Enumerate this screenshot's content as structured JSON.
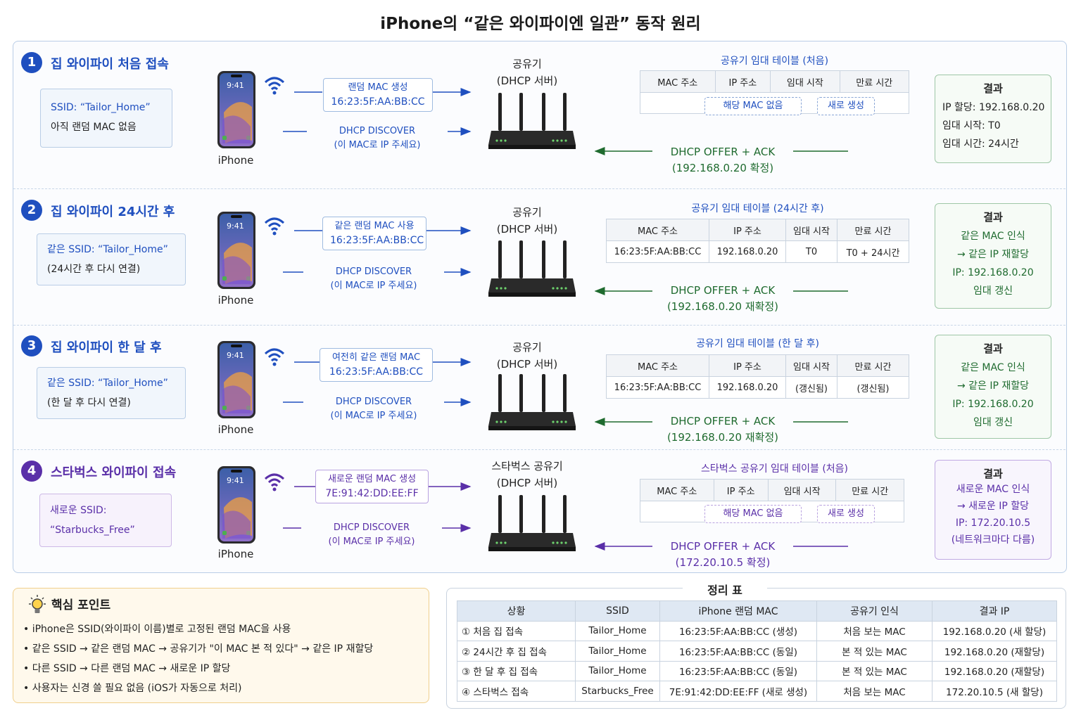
{
  "title": "iPhone의 “같은 와이파이엔 일관” 동작 원리",
  "colors": {
    "blue": "#1f4fbf",
    "green": "#1f6b2f",
    "purple": "#5a2fa8"
  },
  "common": {
    "phone_label": "iPhone",
    "router_line2": "(DHCP 서버)",
    "discover_line1": "DHCP DISCOVER",
    "discover_line2": "(이 MAC로 IP 주세요)",
    "offer_line1": "DHCP OFFER + ACK",
    "result_title": "결과",
    "table_headers": [
      "MAC 주소",
      "IP 주소",
      "임대 시작",
      "만료 시간"
    ],
    "tag_no_mac": "해당 MAC 없음",
    "tag_new": "새로 생성"
  },
  "steps": [
    {
      "number": "1",
      "title": "집 와이파이 처음 접속",
      "ssid_line1": "SSID: “Tailor_Home”",
      "ssid_line2": "아직 랜덤 MAC 없음",
      "mac_line1": "랜덤 MAC 생성",
      "mac_line2": "16:23:5F:AA:BB:CC",
      "router_line1": "공유기",
      "table_caption": "공유기 임대 테이블 (처음)",
      "offer_line2": "(192.168.0.20 확정)",
      "result_lines": [
        "IP 할당: 192.168.0.20",
        "임대 시작: T0",
        "임대 시간: 24시간"
      ]
    },
    {
      "number": "2",
      "title": "집 와이파이 24시간 후",
      "ssid_line1": "같은 SSID: “Tailor_Home”",
      "ssid_line2": "(24시간 후 다시 연결)",
      "mac_line1": "같은 랜덤 MAC 사용",
      "mac_line2": "16:23:5F:AA:BB:CC",
      "router_line1": "공유기",
      "table_caption": "공유기 임대 테이블 (24시간 후)",
      "table_row": [
        "16:23:5F:AA:BB:CC",
        "192.168.0.20",
        "T0",
        "T0 + 24시간"
      ],
      "offer_line2": "(192.168.0.20 재확정)",
      "result_lines": [
        "같은 MAC 인식",
        "→ 같은 IP 재할당",
        "IP: 192.168.0.20",
        "임대 갱신"
      ]
    },
    {
      "number": "3",
      "title": "집 와이파이 한 달 후",
      "ssid_line1": "같은 SSID: “Tailor_Home”",
      "ssid_line2": "(한 달 후 다시 연결)",
      "mac_line1": "여전히 같은 랜덤 MAC",
      "mac_line2": "16:23:5F:AA:BB:CC",
      "router_line1": "공유기",
      "table_caption": "공유기 임대 테이블 (한 달 후)",
      "table_row": [
        "16:23:5F:AA:BB:CC",
        "192.168.0.20",
        "(갱신됨)",
        "(갱신됨)"
      ],
      "offer_line2": "(192.168.0.20 재확정)",
      "result_lines": [
        "같은 MAC 인식",
        "→ 같은 IP 재할당",
        "IP: 192.168.0.20",
        "임대 갱신"
      ]
    },
    {
      "number": "4",
      "title": "스타벅스 와이파이 접속",
      "ssid_line1": "새로운 SSID:",
      "ssid_line2": "“Starbucks_Free”",
      "mac_line1": "새로운 랜덤 MAC 생성",
      "mac_line2": "7E:91:42:DD:EE:FF",
      "router_line1": "스타벅스 공유기",
      "table_caption": "스타벅스 공유기 임대 테이블 (처음)",
      "offer_line2": "(172.20.10.5 확정)",
      "result_lines": [
        "새로운 MAC 인식",
        "→ 새로운 IP 할당",
        "IP: 172.20.10.5",
        "(네트워크마다 다름)"
      ]
    }
  ],
  "key_points": {
    "title": "핵심 포인트",
    "items": [
      "iPhone은 SSID(와이파이 이름)별로 고정된 랜덤 MAC을 사용",
      "같은 SSID → 같은 랜덤 MAC → 공유기가 \"이 MAC 본 적 있다\" → 같은 IP 재할당",
      "다른 SSID → 다른 랜덤 MAC → 새로운 IP 할당",
      "사용자는 신경 쓸 필요 없음 (iOS가 자동으로 처리)"
    ]
  },
  "summary": {
    "title": "정리 표",
    "headers": [
      "상황",
      "SSID",
      "iPhone 랜덤 MAC",
      "공유기 인식",
      "결과 IP"
    ],
    "rows": [
      [
        "① 처음 집 접속",
        "Tailor_Home",
        "16:23:5F:AA:BB:CC (생성)",
        "처음 보는 MAC",
        "192.168.0.20 (새 할당)"
      ],
      [
        "② 24시간 후 집 접속",
        "Tailor_Home",
        "16:23:5F:AA:BB:CC (동일)",
        "본 적 있는 MAC",
        "192.168.0.20 (재할당)"
      ],
      [
        "③ 한 달 후 집 접속",
        "Tailor_Home",
        "16:23:5F:AA:BB:CC (동일)",
        "본 적 있는 MAC",
        "192.168.0.20 (재할당)"
      ],
      [
        "④ 스타벅스 접속",
        "Starbucks_Free",
        "7E:91:42:DD:EE:FF (새로 생성)",
        "처음 보는 MAC",
        "172.20.10.5 (새 할당)"
      ]
    ]
  }
}
